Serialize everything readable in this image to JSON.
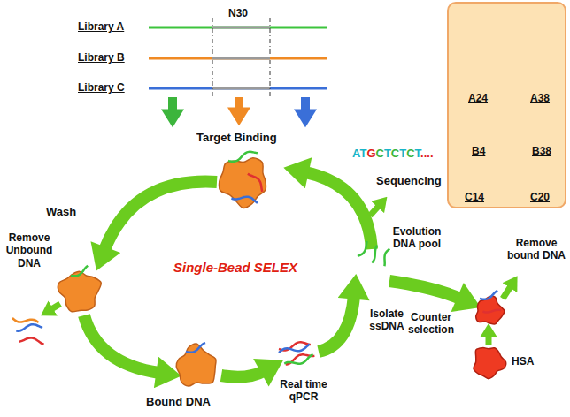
{
  "diagram": {
    "nodes": [
      {
        "text": [
          "A24",
          "A38",
          "B4",
          "B38",
          "C14",
          "C20"
        ]
      }
    ],
    "labels": [
      "Library A",
      "Library B",
      "Library C",
      "N30",
      "Target Binding",
      "Wash",
      "Remove Unbound DNA",
      "Bound DNA",
      "Real time qPCR",
      "Isolate ssDNA",
      "Evolution DNA pool",
      "ATGCTCTCT....",
      "Sequencing",
      "Counter selection",
      "HSA",
      "Remove bound DNA",
      "Single-Bead SELEX"
    ]
  }
}
